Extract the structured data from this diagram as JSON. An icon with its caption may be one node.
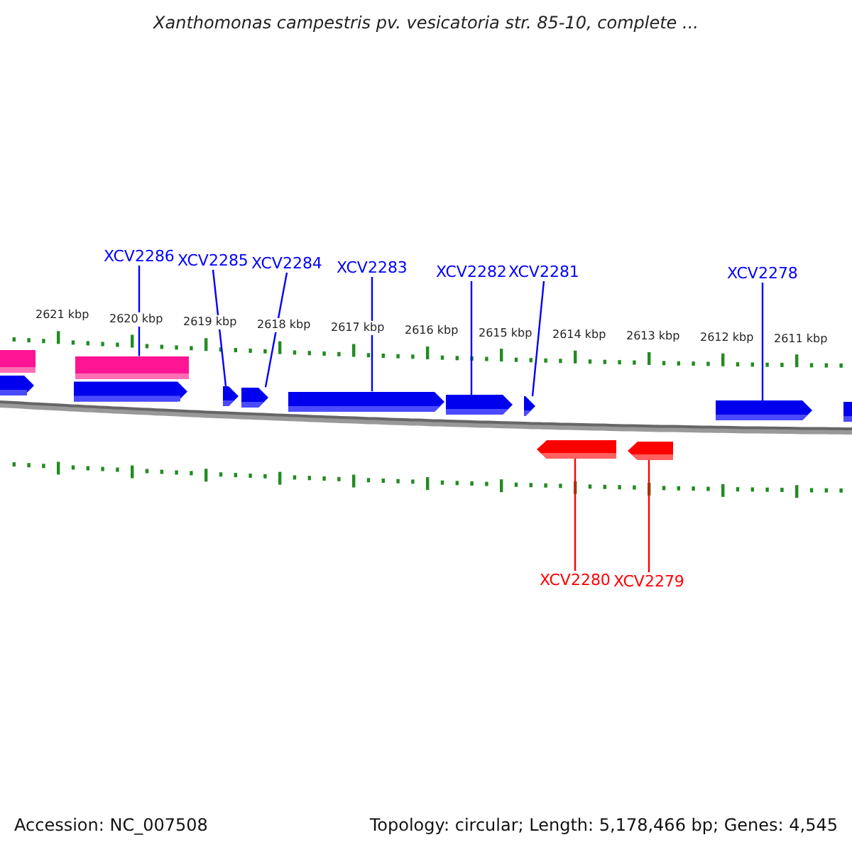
{
  "diagram": {
    "title": "Xanthomonas campestris pv. vesicatoria str. 85-10, complete ...",
    "nodes": [
      {
        "text": [
          "XCV2286"
        ]
      },
      {
        "text": [
          "XCV2285"
        ]
      },
      {
        "text": [
          "XCV2284"
        ]
      },
      {
        "text": [
          "XCV2283"
        ]
      },
      {
        "text": [
          "XCV2282"
        ]
      },
      {
        "text": [
          "XCV2281"
        ]
      },
      {
        "text": [
          "XCV2278"
        ]
      },
      {
        "text": [
          "XCV2280"
        ]
      },
      {
        "text": [
          "XCV2279"
        ]
      },
      {
        "text": [],
        "shape": "bar"
      },
      {
        "text": [],
        "shape": "arrow"
      },
      {
        "text": [],
        "shape": "arrow"
      },
      {
        "text": [],
        "shape": "arrow"
      },
      {
        "text": [],
        "shape": "arrow"
      },
      {
        "text": [],
        "shape": "arrow"
      },
      {
        "text": [],
        "shape": "arrow"
      },
      {
        "text": [],
        "shape": "arrow"
      },
      {
        "text": [],
        "shape": "arrow"
      }
    ],
    "edges": [
      {
        "from": 0,
        "to": 9,
        "arrow": "none"
      },
      {
        "from": 1,
        "to": 10,
        "arrow": "none"
      },
      {
        "from": 2,
        "to": 11,
        "arrow": "none"
      },
      {
        "from": 3,
        "to": 12,
        "arrow": "none"
      },
      {
        "from": 4,
        "to": 13,
        "arrow": "none"
      },
      {
        "from": 5,
        "to": 14,
        "arrow": "none"
      },
      {
        "from": 6,
        "to": 15,
        "arrow": "none"
      },
      {
        "from": 7,
        "to": 16,
        "arrow": "none",
        "color": "#ff0000"
      },
      {
        "from": 8,
        "to": 17,
        "arrow": "none",
        "color": "#ff0000"
      }
    ],
    "labels": [
      "2621 kbp",
      "2620 kbp",
      "2619 kbp",
      "2618 kbp",
      "2617 kbp",
      "2616 kbp",
      "2615 kbp",
      "2614 kbp",
      "2613 kbp",
      "2612 kbp",
      "2611 kbp",
      "Accession: NC_007508",
      "Topology: circular; Length: 5,178,466 bp; Genes: 4,545"
    ]
  }
}
